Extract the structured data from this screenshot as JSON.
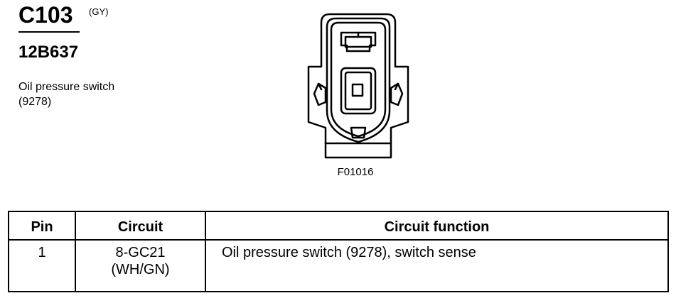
{
  "connector": {
    "id": "C103",
    "color_code": "(GY)",
    "part_number": "12B637",
    "description_line1": "Oil pressure switch",
    "description_line2": "(9278)"
  },
  "diagram": {
    "icon": "connector-face-icon",
    "figure_code": "F01016"
  },
  "table": {
    "headers": {
      "pin": "Pin",
      "circuit": "Circuit",
      "function": "Circuit function"
    },
    "rows": [
      {
        "pin": "1",
        "circuit_line1": "8-GC21",
        "circuit_line2": "(WH/GN)",
        "function": "Oil pressure switch (9278), switch sense"
      }
    ]
  }
}
